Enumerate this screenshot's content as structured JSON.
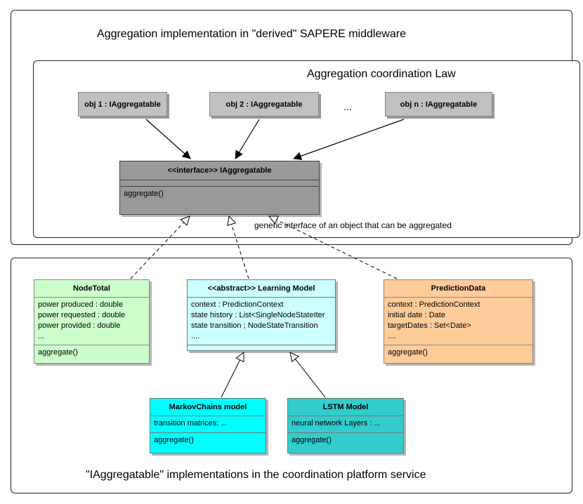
{
  "top_frame": {
    "title": "Aggregation implementation in \"derived\" SAPERE middleware"
  },
  "law_frame": {
    "title": "Aggregation coordination Law"
  },
  "objects": [
    {
      "label": "obj 1 : IAggregatable"
    },
    {
      "label": "obj 2 : IAggregatable"
    },
    {
      "label": "obj n : IAggregatable"
    }
  ],
  "ellipsis": "...",
  "interface": {
    "header": "<<interface>> IAggregatable",
    "method": "aggregate()",
    "note": "generic interface of an object that can be aggregated"
  },
  "bottom_frame": {
    "title": "\"IAggregatable\" implementations in the coordination platform service"
  },
  "classes": {
    "node_total": {
      "header": "NodeTotal",
      "attributes": [
        "power produced : double",
        "power requested : double",
        "power provided : double",
        "..."
      ],
      "method": "aggregate()",
      "color": "#ccffcc"
    },
    "learning_model": {
      "header": "<<abstract>> Learning Model",
      "attributes": [
        "context : PredictionContext",
        "state history : List<SingleNodeStateIter",
        "state transition ; NodeStateTransition",
        "...."
      ],
      "color": "#ccffff"
    },
    "prediction_data": {
      "header": "PredictionData",
      "attributes": [
        "context : PredictionContext",
        "initial date : Date",
        "targetDates  : Set<Date>",
        "...."
      ],
      "method": "aggregate()",
      "color": "#ffcc99"
    },
    "markov": {
      "header": "MarkovChains model",
      "attributes": [
        "transition matrices: ..."
      ],
      "method": "aggregate()",
      "color": "#00ffff"
    },
    "lstm": {
      "header": "LSTM Model",
      "attributes": [
        "neural network Layers : ..."
      ],
      "method": "aggregate()",
      "color": "#33cccc"
    }
  }
}
